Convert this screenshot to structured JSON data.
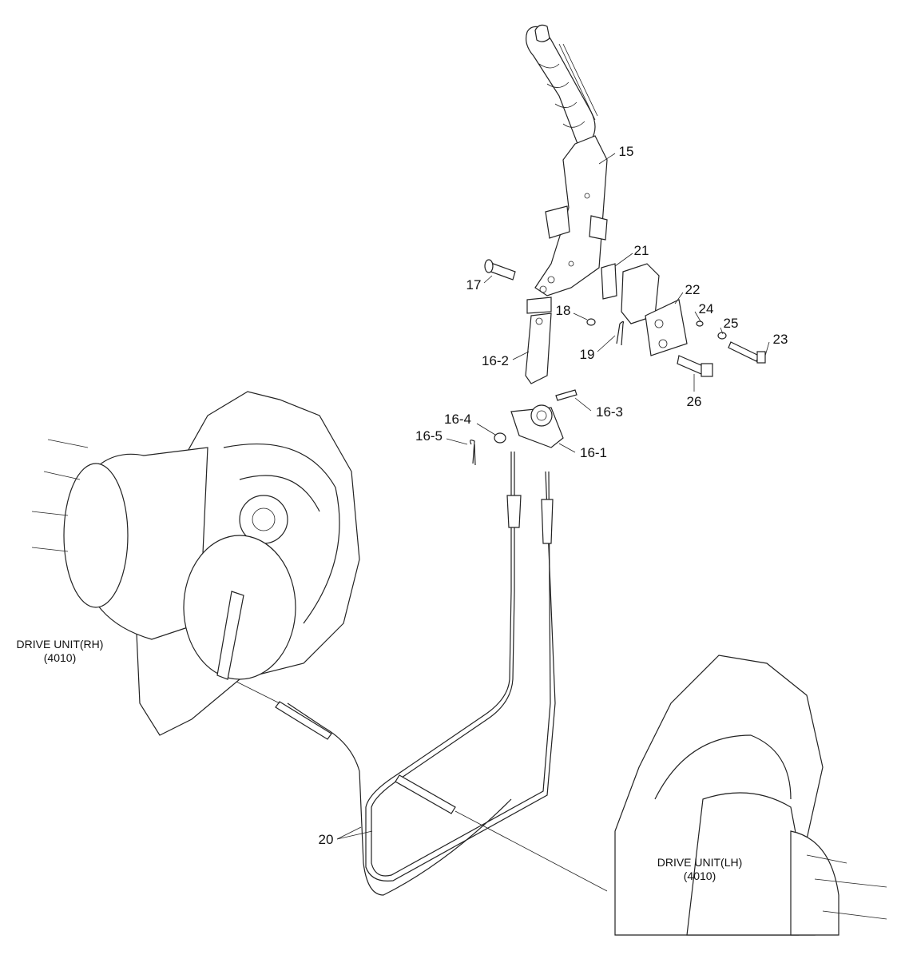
{
  "callouts": {
    "c15": "15",
    "c21": "21",
    "c17": "17",
    "c22": "22",
    "c24": "24",
    "c18": "18",
    "c25": "25",
    "c19": "19",
    "c23": "23",
    "c16_2": "16-2",
    "c26": "26",
    "c16_3": "16-3",
    "c16_4": "16-4",
    "c16_5": "16-5",
    "c16_1": "16-1",
    "c20": "20"
  },
  "units": {
    "rh": {
      "name": "DRIVE UNIT(RH)",
      "code": "(4010)"
    },
    "lh": {
      "name": "DRIVE UNIT(LH)",
      "code": "(4010)"
    }
  }
}
